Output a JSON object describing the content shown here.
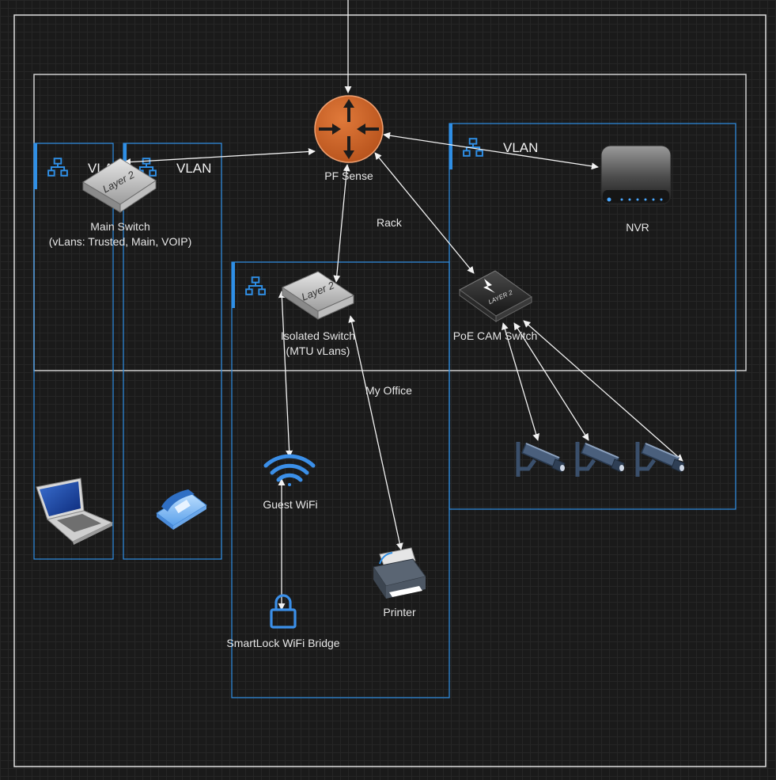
{
  "labels": {
    "vlan_main_left": "VLAN",
    "vlan_main_right": "VLAN",
    "vlan_rack": "VLAN",
    "pfsense": "PF Sense",
    "rack": "Rack",
    "my_office": "My Office",
    "nvr": "NVR",
    "main_switch_line1": "Main Switch",
    "main_switch_line2": "(vLans: Trusted, Main, VOIP)",
    "isolated_switch_line1": "Isolated Switch",
    "isolated_switch_line2": "(MTU vLans)",
    "poe_switch": "PoE CAM Switch",
    "guest_wifi": "Guest WiFi",
    "printer": "Printer",
    "smartlock": "SmartLock WiFi Bridge"
  },
  "switch_text": {
    "main": "Layer 2",
    "isolated": "Layer 2",
    "poe": "LAYER 2"
  },
  "colors": {
    "background": "#1a1a1a",
    "outer_frame": "#e0e0e0",
    "vlan_border": "#2f8fe6",
    "router": "#c8571a",
    "edge": "#f2f2f2",
    "icon_blue": "#3b8fe8"
  },
  "icons": {
    "router": "router-icon",
    "network": "network-icon",
    "nvr": "nvr-icon",
    "laptop": "laptop-icon",
    "phone": "phone-icon",
    "wifi": "wifi-icon",
    "lock": "lock-icon",
    "printer": "printer-icon",
    "camera": "cctv-camera-icon"
  }
}
